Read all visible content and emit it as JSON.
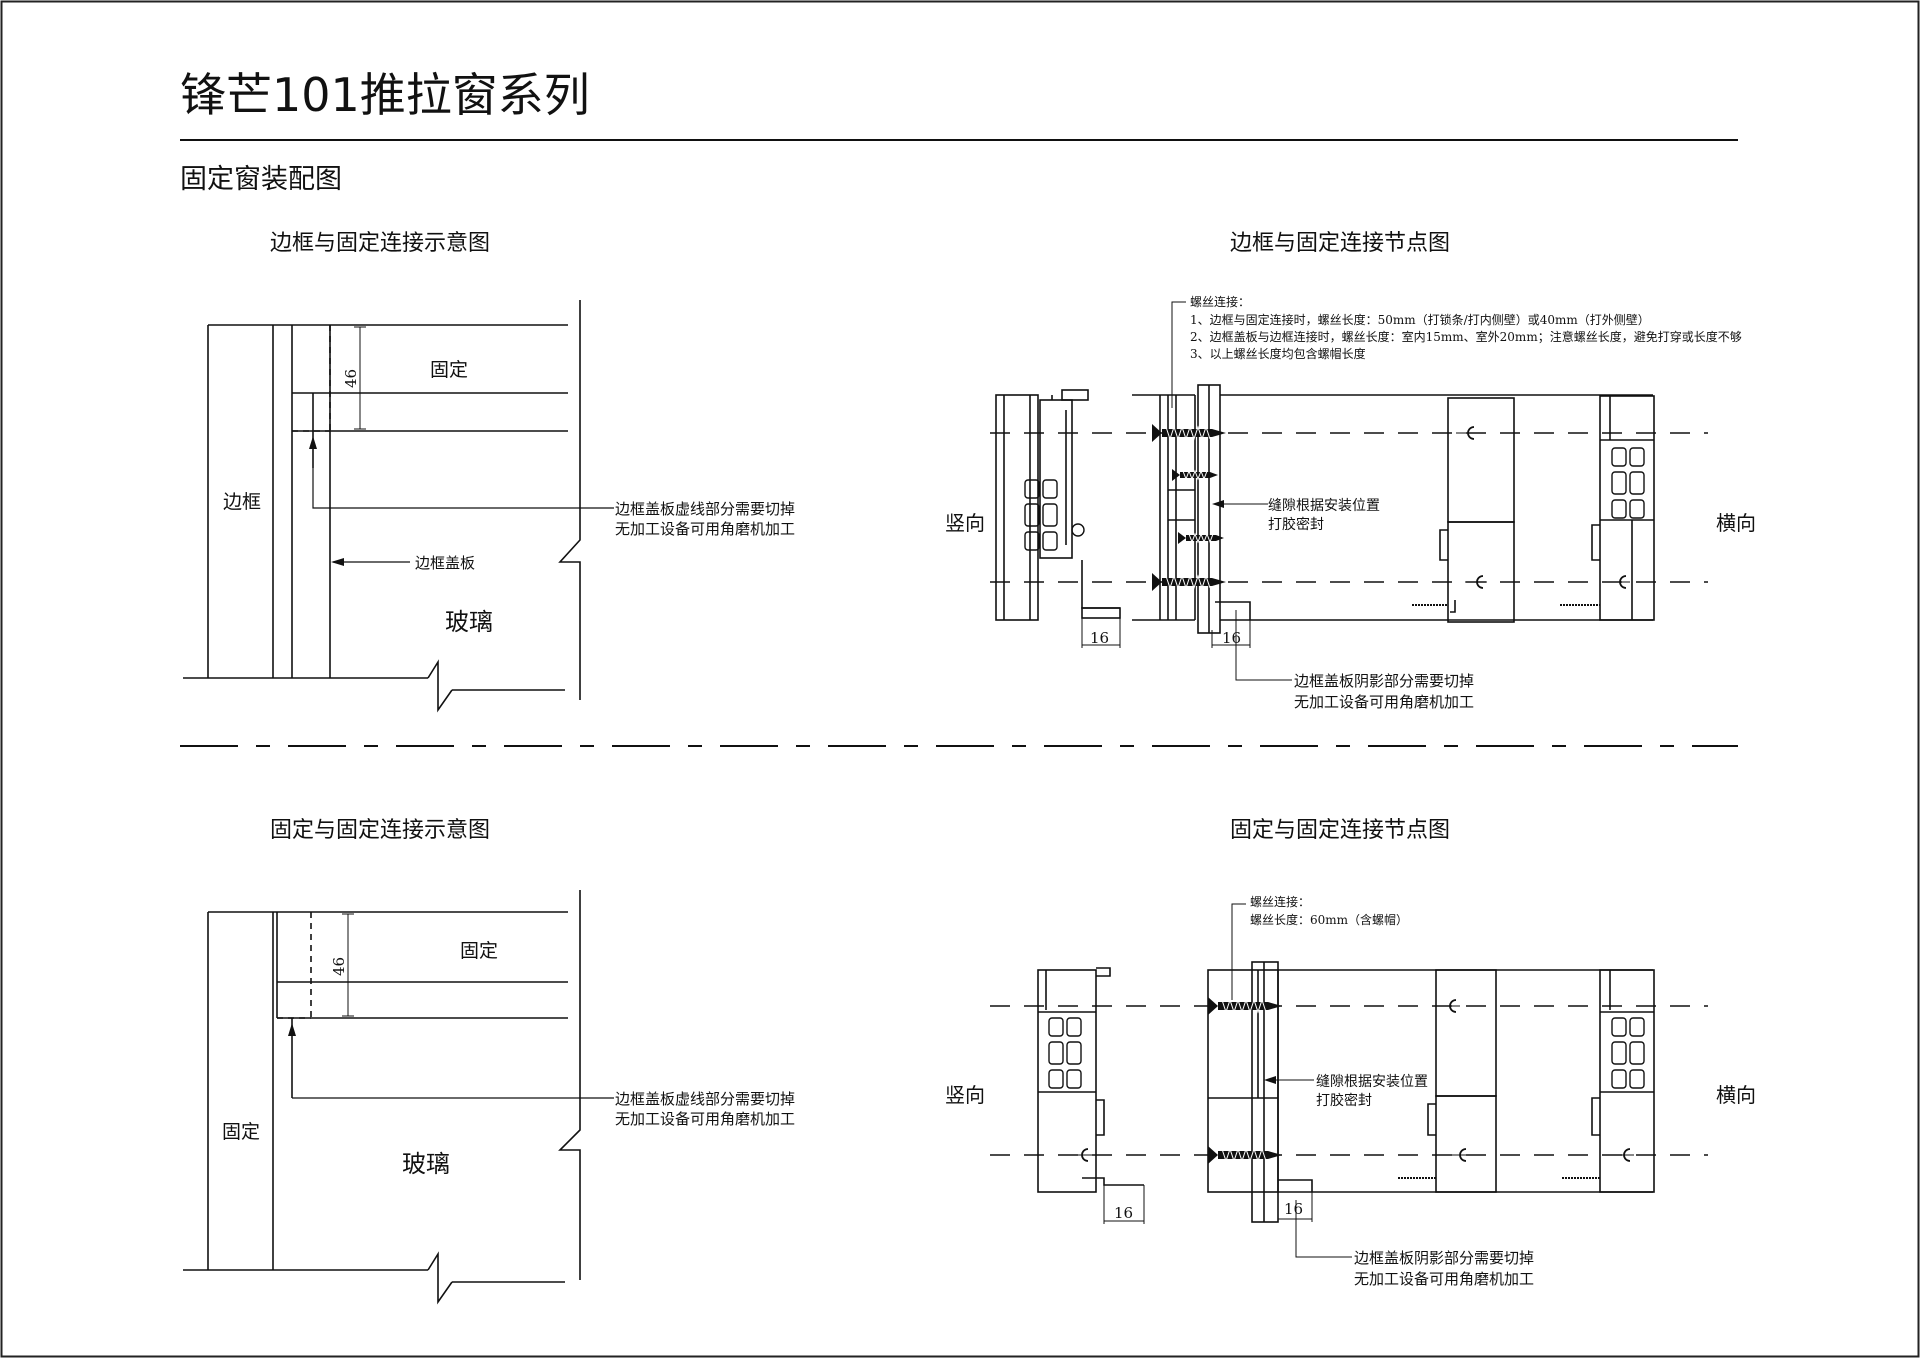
{
  "title": "锋芒101推拉窗系列",
  "subtitle": "固定窗装配图",
  "panel1": {
    "title": "边框与固定连接示意图",
    "label_fixed": "固定",
    "label_frame": "边框",
    "label_glass": "玻璃",
    "label_cover": "边框盖板",
    "dim": "46",
    "note_line1": "边框盖板虚线部分需要切掉",
    "note_line2": "无加工设备可用角磨机加工"
  },
  "panel2": {
    "title": "边框与固定连接节点图",
    "screw_title": "螺丝连接：",
    "screw_note1": "1、边框与固定连接时，螺丝长度：50mm（打锁条/打内侧壁）或40mm（打外侧壁）",
    "screw_note2": "2、边框盖板与边框连接时，螺丝长度：室内15mm、室外20mm；注意螺丝长度，避免打穿或长度不够",
    "screw_note3": "3、以上螺丝长度均包含螺帽长度",
    "label_vertical": "竖向",
    "label_horizontal": "横向",
    "gap_note_line1": "缝隙根据安装位置",
    "gap_note_line2": "打胶密封",
    "dim_left": "16",
    "dim_right": "16",
    "cut_note_line1": "边框盖板阴影部分需要切掉",
    "cut_note_line2": "无加工设备可用角磨机加工"
  },
  "panel3": {
    "title": "固定与固定连接示意图",
    "label_fixed_top": "固定",
    "label_fixed_left": "固定",
    "label_glass": "玻璃",
    "dim": "46",
    "note_line1": "边框盖板虚线部分需要切掉",
    "note_line2": "无加工设备可用角磨机加工"
  },
  "panel4": {
    "title": "固定与固定连接节点图",
    "screw_title": "螺丝连接：",
    "screw_note1": "螺丝长度：60mm（含螺帽）",
    "label_vertical": "竖向",
    "label_horizontal": "横向",
    "gap_note_line1": "缝隙根据安装位置",
    "gap_note_line2": "打胶密封",
    "dim_left": "16",
    "dim_right": "16",
    "cut_note_line1": "边框盖板阴影部分需要切掉",
    "cut_note_line2": "无加工设备可用角磨机加工"
  }
}
